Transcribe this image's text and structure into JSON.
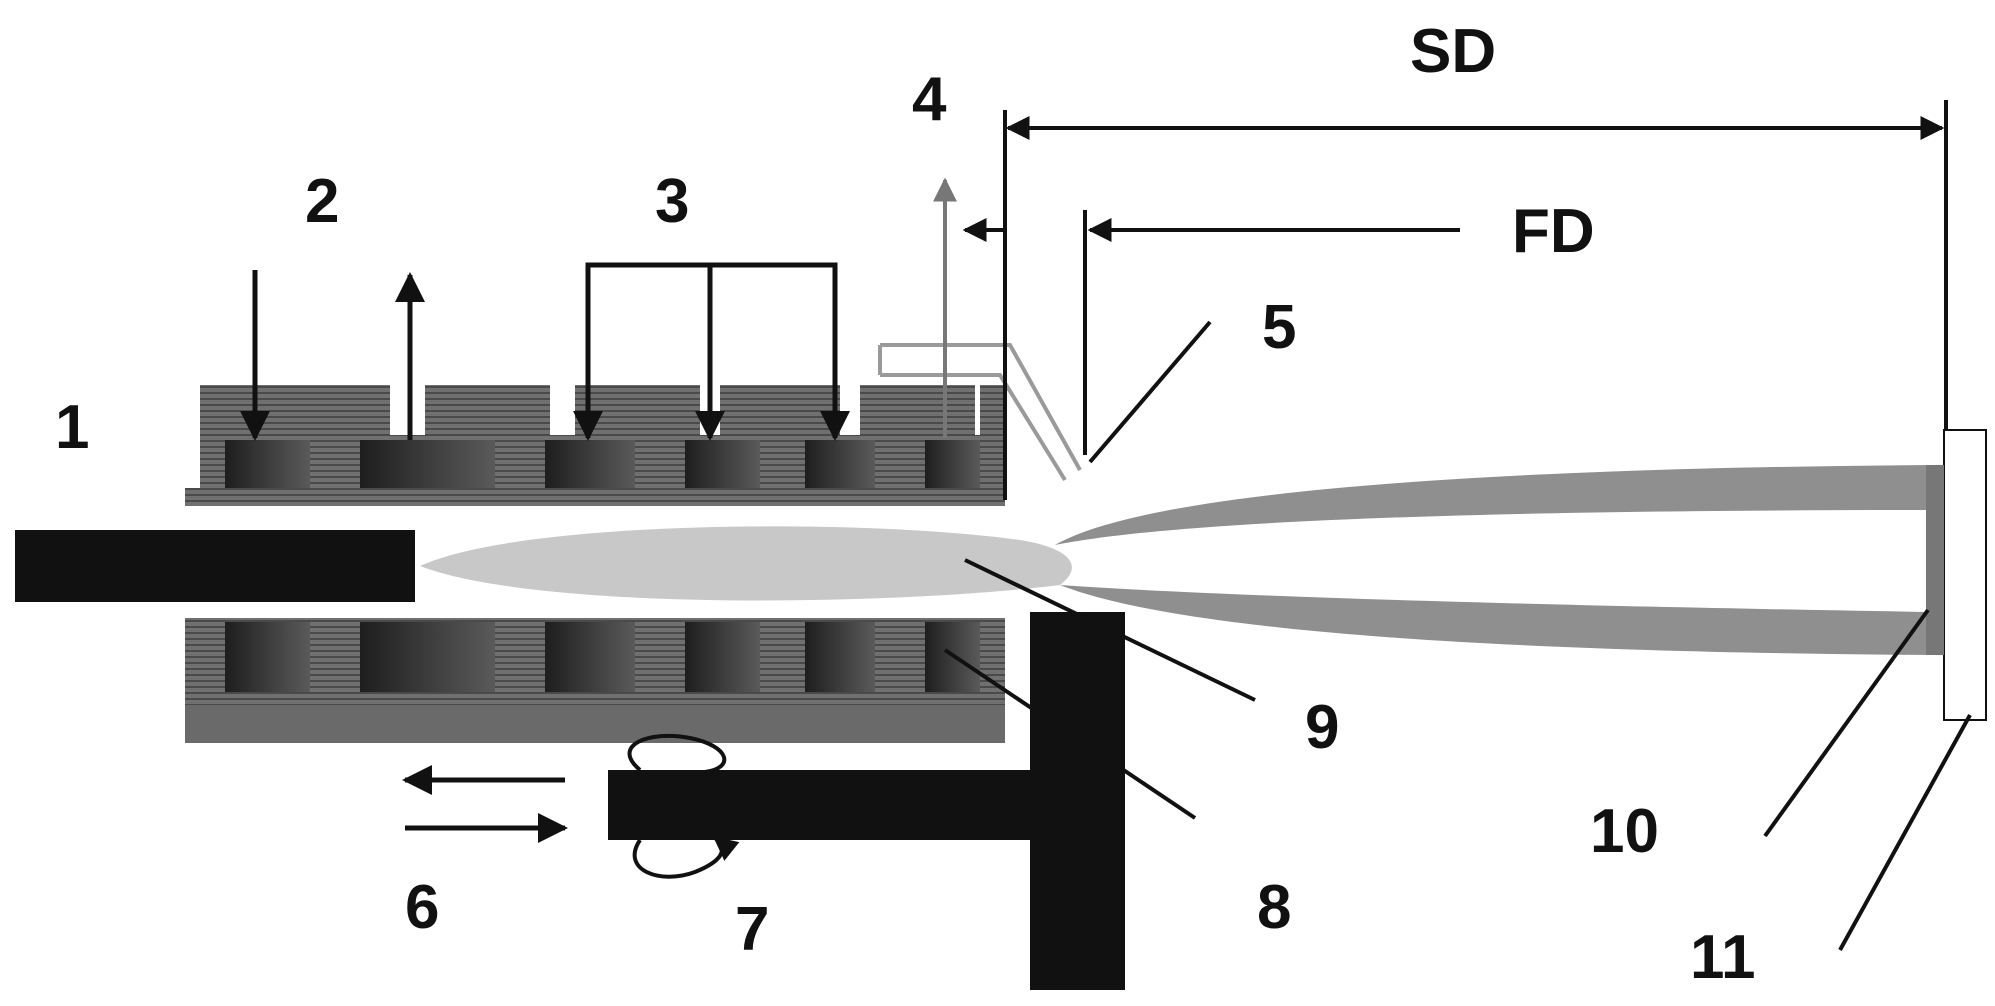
{
  "labels": {
    "l1": "1",
    "l2": "2",
    "l3": "3",
    "l4": "4",
    "l5": "5",
    "l6": "6",
    "l7": "7",
    "l8": "8",
    "l9": "9",
    "l10": "10",
    "l11": "11",
    "sd": "SD",
    "fd": "FD"
  },
  "colors": {
    "ink": "#111111",
    "block_dark": "#2a2a2a",
    "housing_gray": "#6e6e6e",
    "jet": "#c9c9c9",
    "spray": "#8f8f8f",
    "nozzle_line": "#9a9a9a"
  }
}
